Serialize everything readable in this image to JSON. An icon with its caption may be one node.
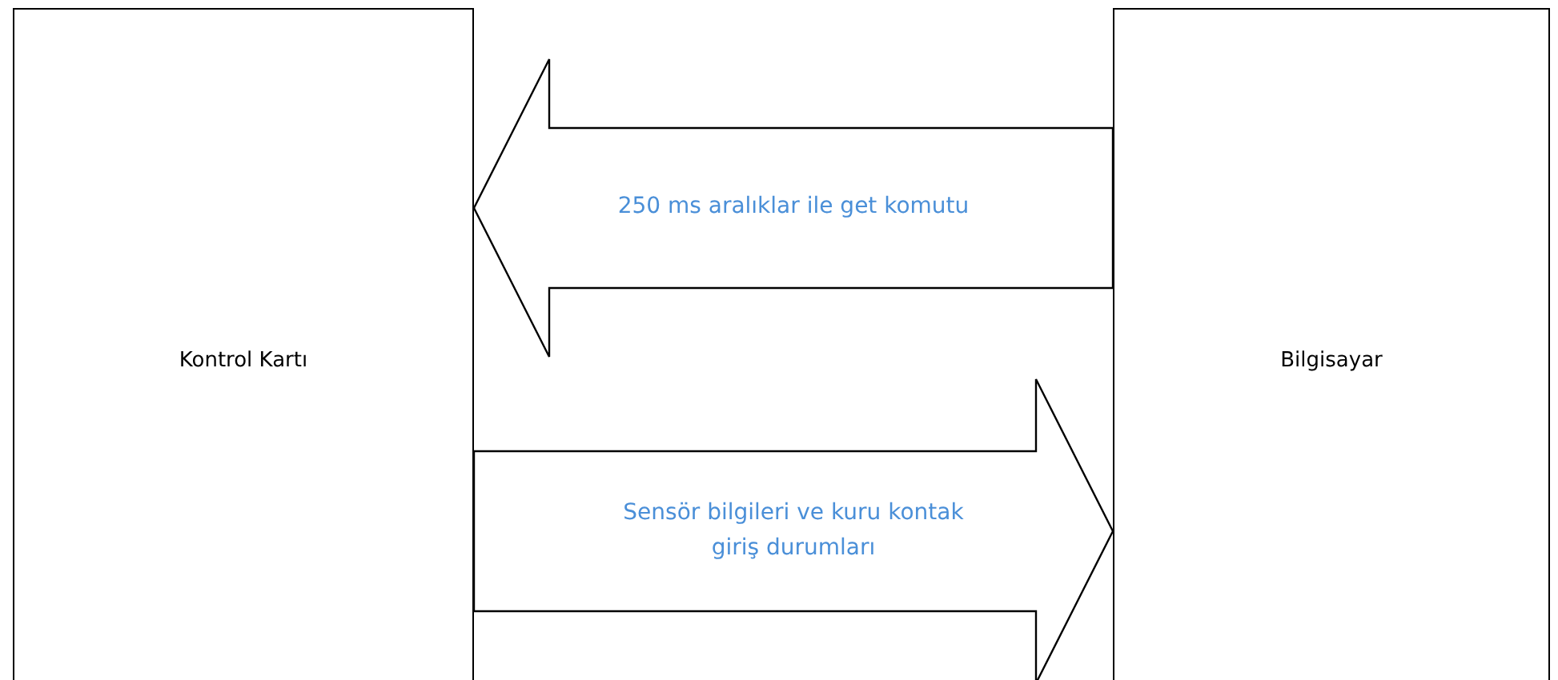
{
  "diagram": {
    "nodes": [
      {
        "text": [
          "Kontrol Kartı"
        ]
      },
      {
        "text": [
          "Bilgisayar"
        ]
      }
    ],
    "edges": [
      {
        "from": 1,
        "to": 0,
        "arrow": "to",
        "label": "250 ms aralıklar ile get komutu"
      },
      {
        "from": 0,
        "to": 1,
        "arrow": "to",
        "label": "Sensör bilgileri ve kuru kontak giriş durumları"
      }
    ]
  }
}
